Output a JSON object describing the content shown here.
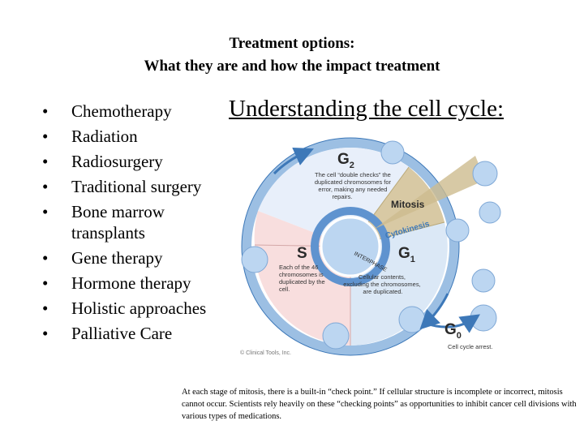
{
  "title": {
    "line1": "Treatment options:",
    "line2": "What they are and how the impact treatment"
  },
  "bullets": [
    "Chemotherapy",
    "Radiation",
    "Radiosurgery",
    "Traditional surgery",
    "Bone marrow transplants",
    "Gene therapy",
    "Hormone therapy",
    "Holistic approaches",
    "Palliative Care"
  ],
  "bullet_glyph": "•",
  "heading": "Understanding the cell cycle:",
  "diagram": {
    "g2_label": "G",
    "g2_sub": "2",
    "g2_desc": [
      "The cell “double checks” the",
      "duplicated chromosomes for",
      "error, making any needed",
      "repairs."
    ],
    "mitosis_label": "Mitosis",
    "cytokinesis_label": "Cytokinesis",
    "s_label": "S",
    "s_desc": [
      "Each of the 46",
      "chromosomes is",
      "duplicated by the",
      "cell."
    ],
    "interphase_label": "INTERPHASE",
    "g1_label": "G",
    "g1_sub": "1",
    "g1_desc": [
      "Cellular contents,",
      "excluding the chromosomes,",
      "are duplicated."
    ],
    "g0_label": "G",
    "g0_sub": "0",
    "g0_desc": "Cell cycle arrest.",
    "copyright": "© Clinical Tools, Inc.",
    "colors": {
      "ring": "#9cbfe3",
      "ring_dark": "#3d78b8",
      "s_wedge": "#f8dede",
      "g1_wedge": "#dbe8f6",
      "g2_wedge": "#e8effa",
      "mitosis_wedge": "#d8c9a4",
      "cells": "#bcd6f1",
      "label": "#2a2a2a"
    }
  },
  "caption": "At each stage of mitosis, there is a built-in “check point.” If cellular structure is incomplete or incorrect, mitosis cannot occur. Scientists rely heavily on these “checking points” as opportunities to inhibit cancer cell divisions with various types of medications."
}
